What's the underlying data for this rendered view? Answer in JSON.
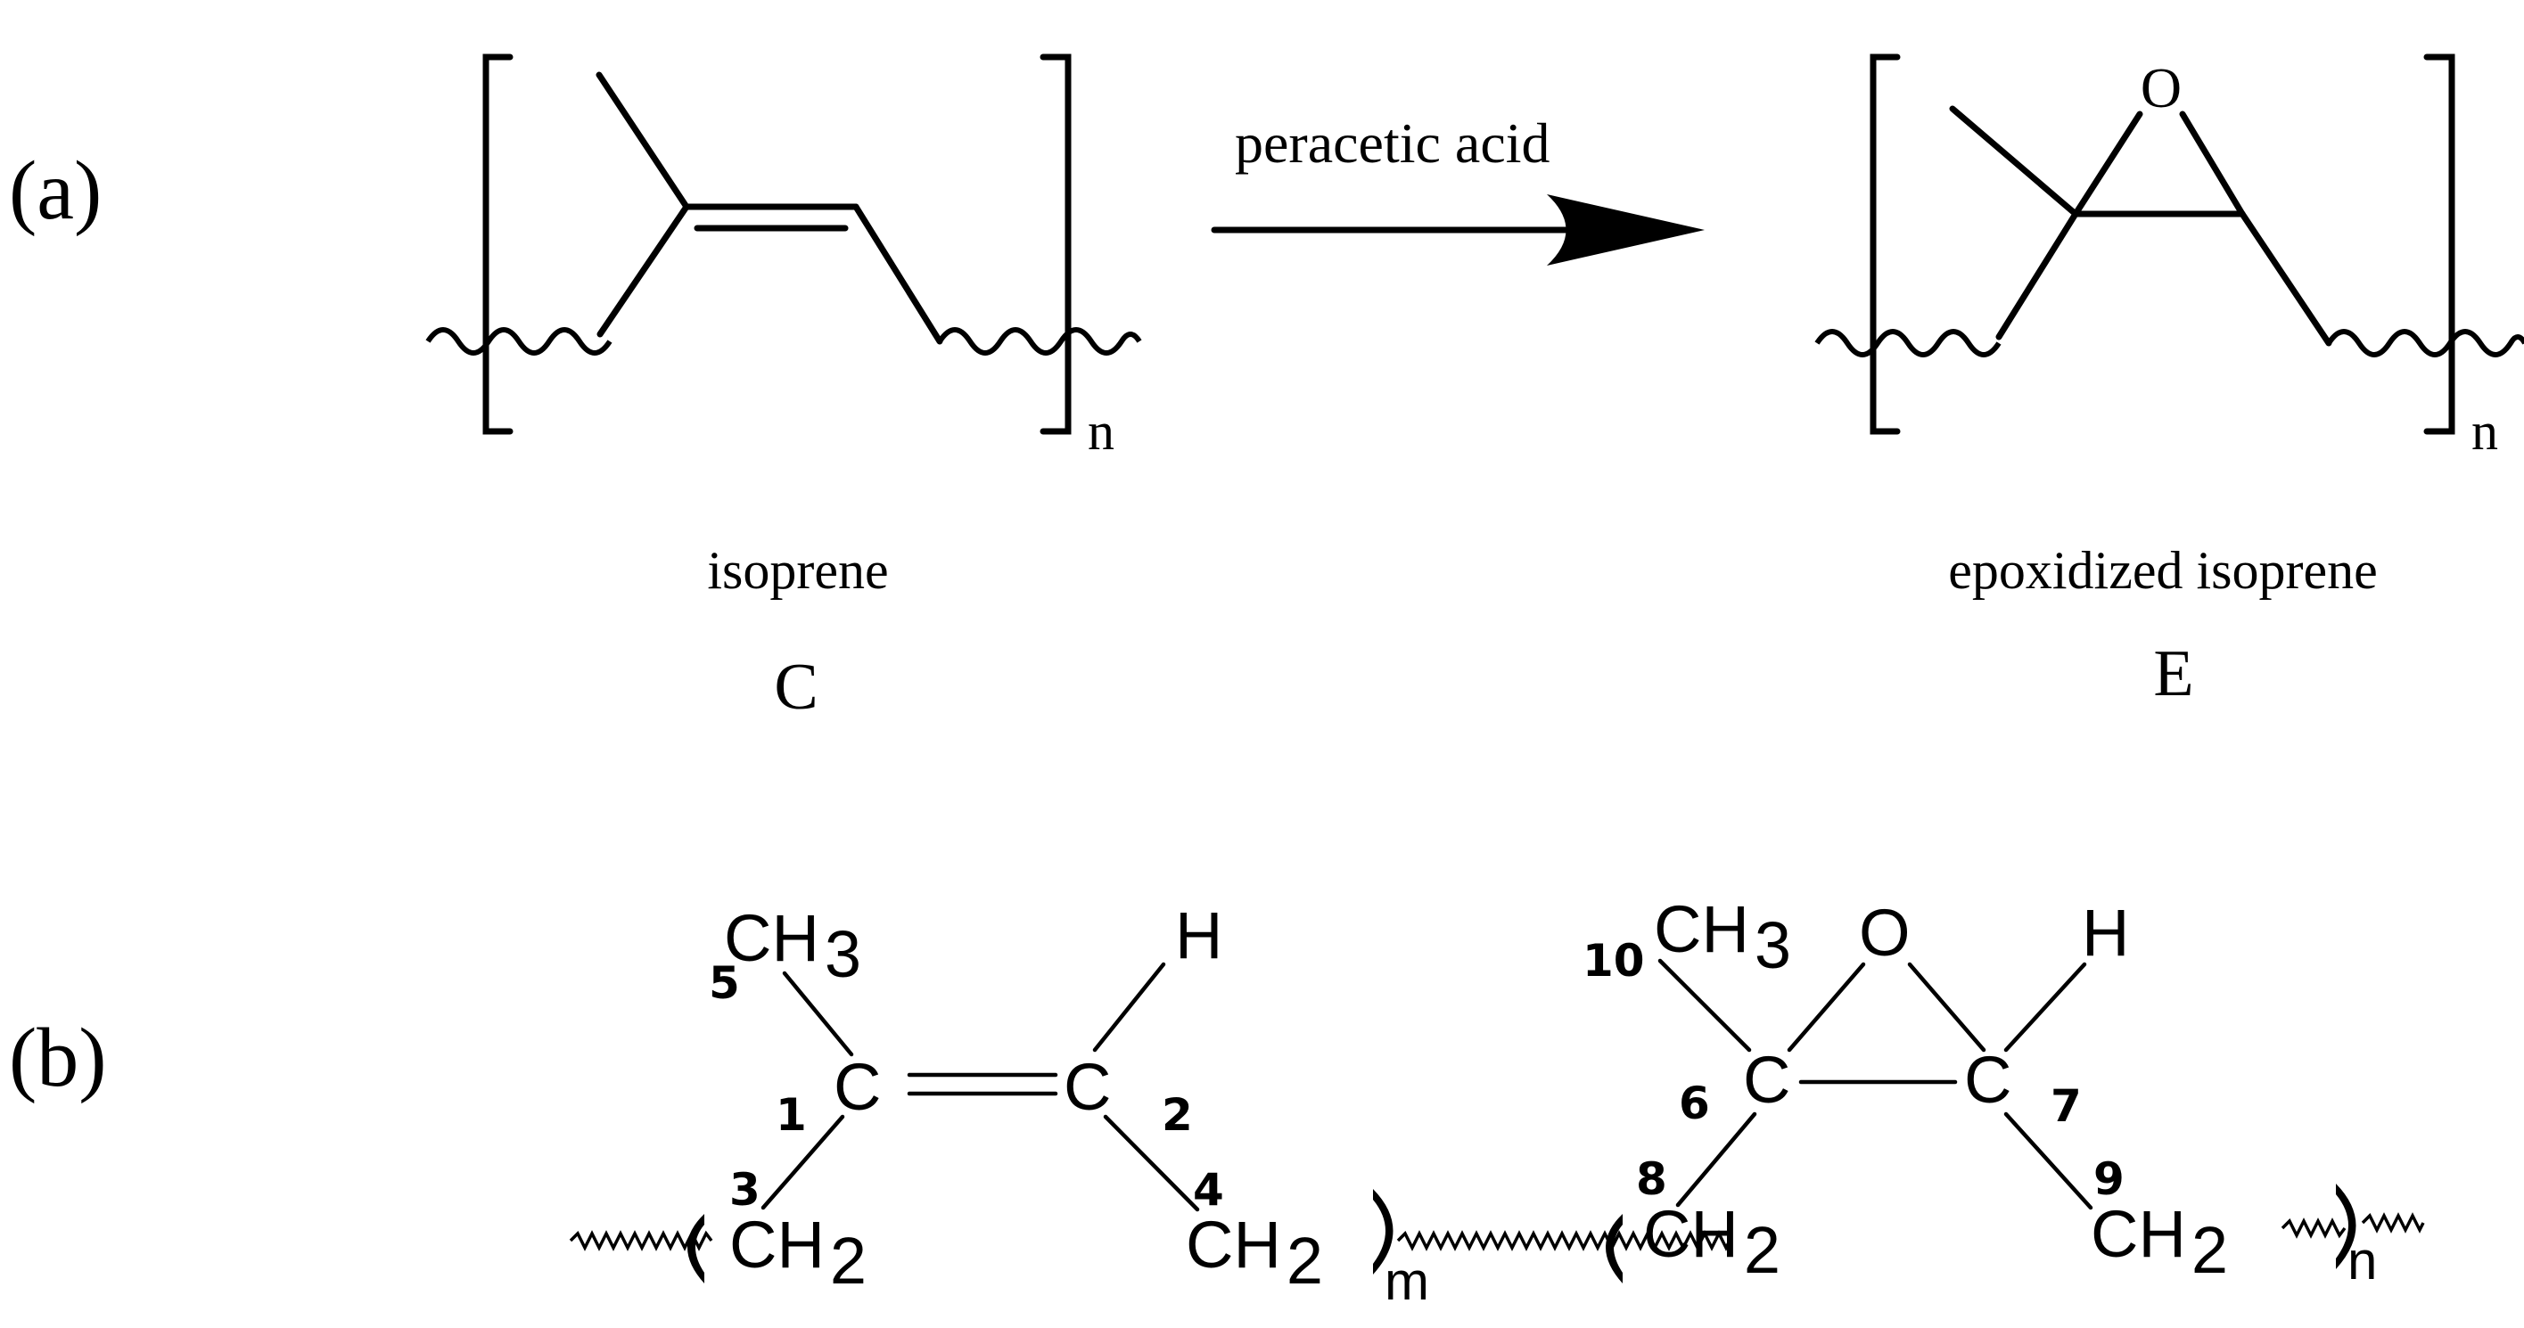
{
  "panel_a": {
    "label": "(a)",
    "reagent": "peracetic acid",
    "reactant": {
      "repeat_subscript": "n",
      "name": "isoprene",
      "code": "C"
    },
    "product": {
      "repeat_subscript": "n",
      "epoxide_oxygen": "O",
      "name": "epoxidized isoprene",
      "code": "E"
    }
  },
  "panel_b": {
    "label": "(b)",
    "isoprene_unit": {
      "methyl": {
        "text": "CH",
        "sub": "3",
        "number": "5"
      },
      "c1": {
        "text": "C",
        "number": "1"
      },
      "c2": {
        "text": "C",
        "number": "2"
      },
      "h": "H",
      "ch2_left": {
        "text": "CH",
        "sub": "2",
        "number": "3"
      },
      "ch2_right": {
        "text": "CH",
        "sub": "2",
        "number": "4"
      },
      "repeat_subscript": "m"
    },
    "epoxide_unit": {
      "methyl": {
        "text": "CH",
        "sub": "3",
        "number": "10"
      },
      "oxygen": "O",
      "c6": {
        "text": "C",
        "number": "6"
      },
      "c7": {
        "text": "C",
        "number": "7"
      },
      "h": "H",
      "ch2_left": {
        "text": "CH",
        "sub": "2",
        "number": "8"
      },
      "ch2_right": {
        "text": "CH",
        "sub": "2",
        "number": "9"
      },
      "repeat_subscript": "n"
    }
  }
}
